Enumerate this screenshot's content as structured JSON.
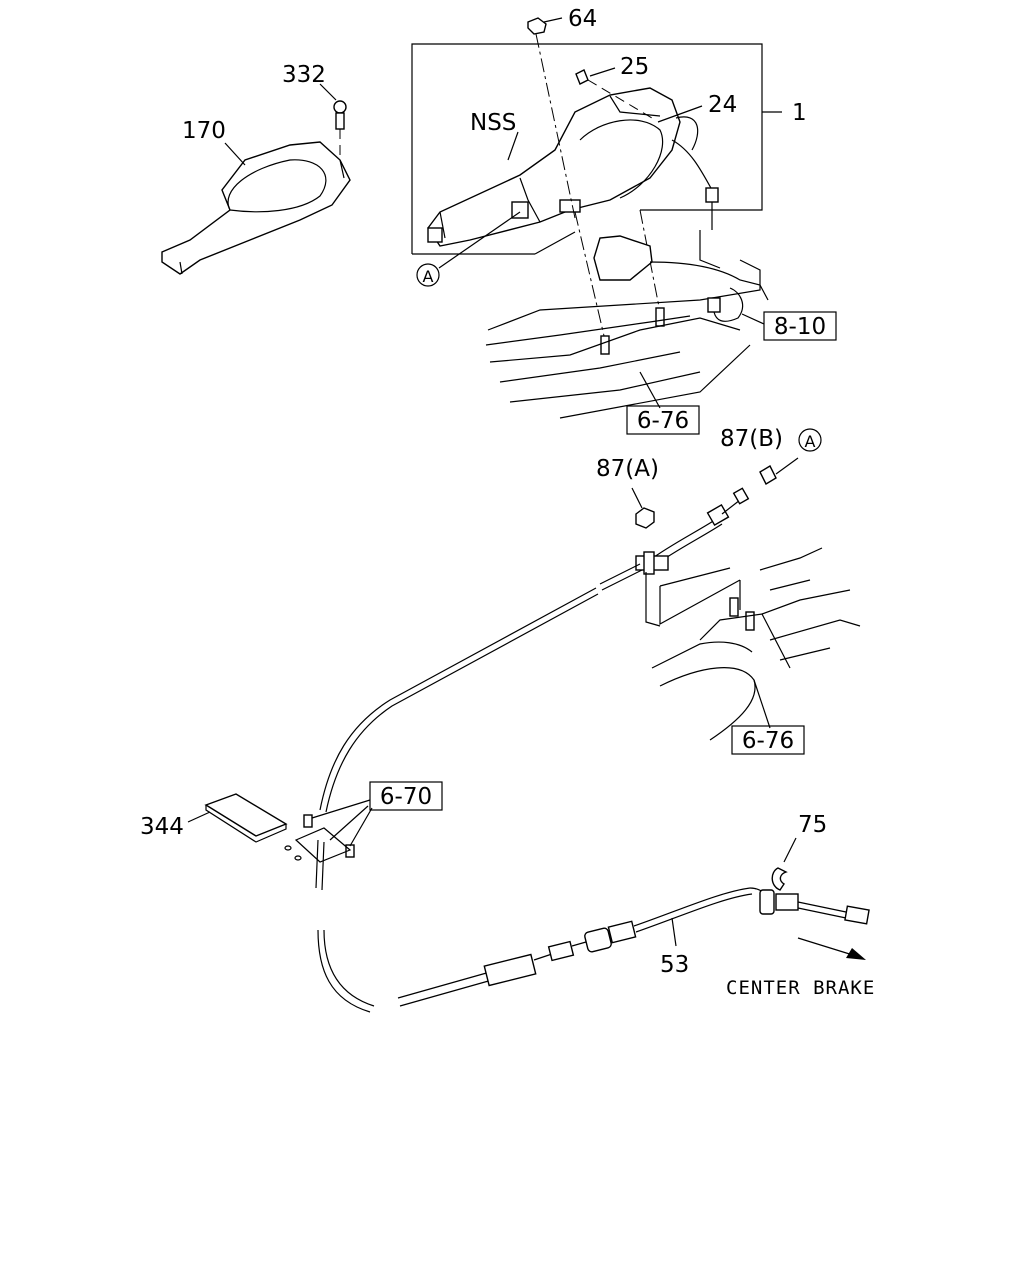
{
  "callouts": {
    "p64": "64",
    "p25": "25",
    "p24": "24",
    "p1": "1",
    "p332": "332",
    "p170": "170",
    "nss": "NSS",
    "circle_a_top": "A",
    "ref_8_10": "8-10",
    "ref_6_76_top": "6-76",
    "p87b": "87(B)",
    "circle_a_mid": "A",
    "p87a": "87(A)",
    "ref_6_76_mid": "6-76",
    "ref_6_70": "6-70",
    "p344": "344",
    "p75": "75",
    "p53": "53",
    "center_brake": "CENTER BRAKE"
  }
}
